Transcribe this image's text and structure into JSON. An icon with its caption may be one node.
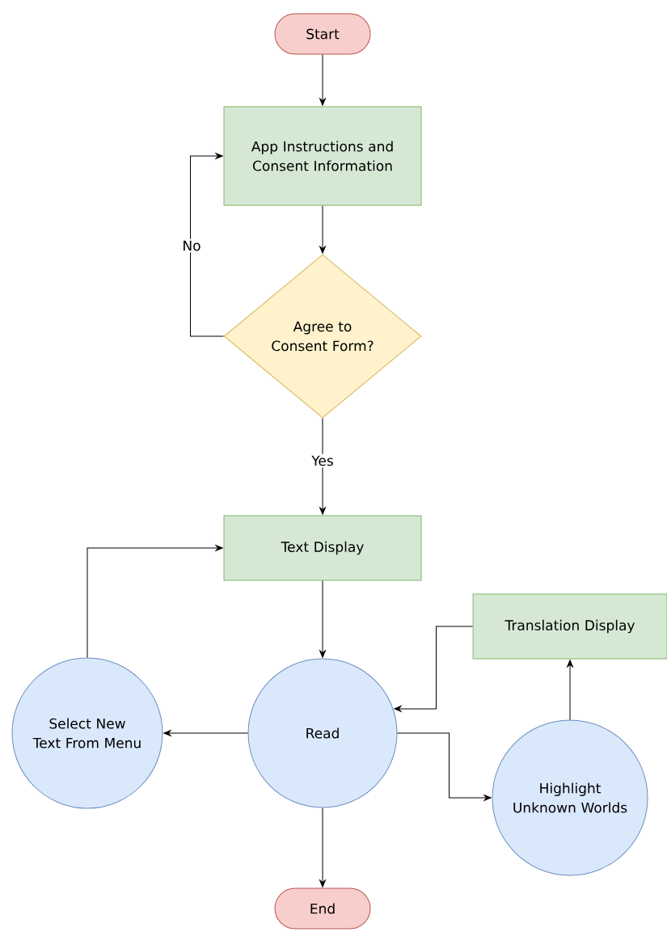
{
  "diagram": {
    "nodes": [
      {
        "text": [
          "Start"
        ]
      },
      {
        "text": [
          "App Instructions and Consent Information"
        ]
      },
      {
        "text": [
          "Agree to Consent Form?"
        ]
      },
      {
        "text": [
          "Text Display"
        ]
      },
      {
        "text": [
          "Read"
        ]
      },
      {
        "text": [
          "Select New Text From Menu"
        ]
      },
      {
        "text": [
          "Translation Display"
        ]
      },
      {
        "text": [
          "Highlight Unknown Worlds"
        ]
      },
      {
        "text": [
          "End"
        ]
      }
    ],
    "edges": [
      {
        "from": 0,
        "to": 1,
        "arrow": "to"
      },
      {
        "from": 1,
        "to": 2,
        "arrow": "to"
      },
      {
        "from": 2,
        "to": 1,
        "arrow": "to",
        "label": "No"
      },
      {
        "from": 2,
        "to": 3,
        "arrow": "to",
        "label": "Yes"
      },
      {
        "from": 3,
        "to": 4,
        "arrow": "to"
      },
      {
        "from": 4,
        "to": 5,
        "arrow": "to"
      },
      {
        "from": 5,
        "to": 3,
        "arrow": "to"
      },
      {
        "from": 4,
        "to": 7,
        "arrow": "to"
      },
      {
        "from": 7,
        "to": 6,
        "arrow": "to"
      },
      {
        "from": 6,
        "to": 4,
        "arrow": "to"
      },
      {
        "from": 4,
        "to": 8,
        "arrow": "to"
      }
    ]
  }
}
